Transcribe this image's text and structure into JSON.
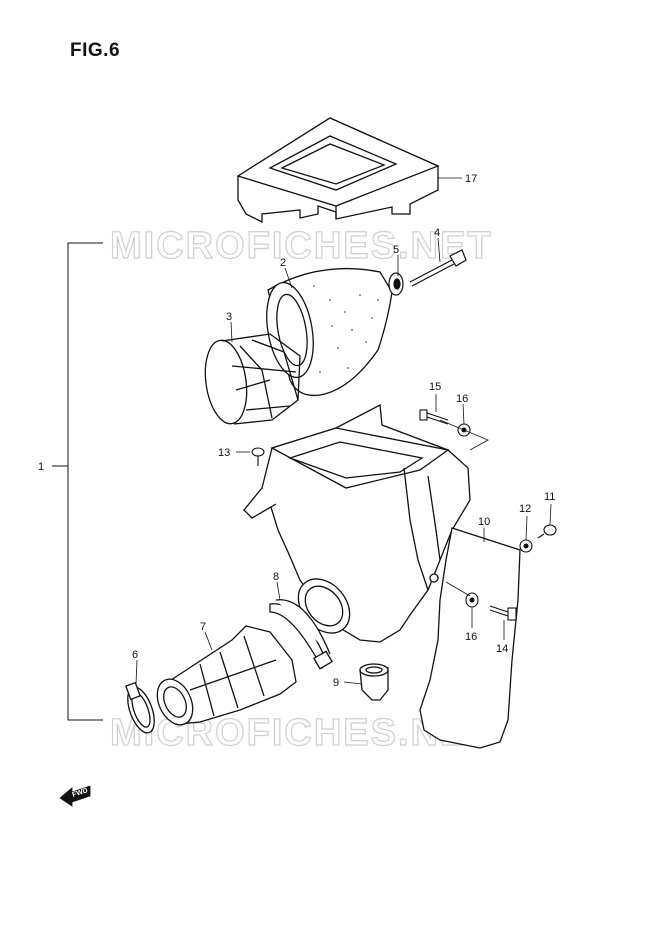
{
  "title": "FIG.6",
  "watermark": "MICROFICHES.NET",
  "forward_marker": "FWD",
  "callouts": {
    "p1": "1",
    "p2": "2",
    "p3": "3",
    "p4": "4",
    "p5": "5",
    "p6": "6",
    "p7": "7",
    "p8": "8",
    "p9": "9",
    "p10": "10",
    "p11": "11",
    "p12": "12",
    "p13": "13",
    "p14": "14",
    "p15": "15",
    "p16a": "16",
    "p16b": "16",
    "p17": "17"
  }
}
